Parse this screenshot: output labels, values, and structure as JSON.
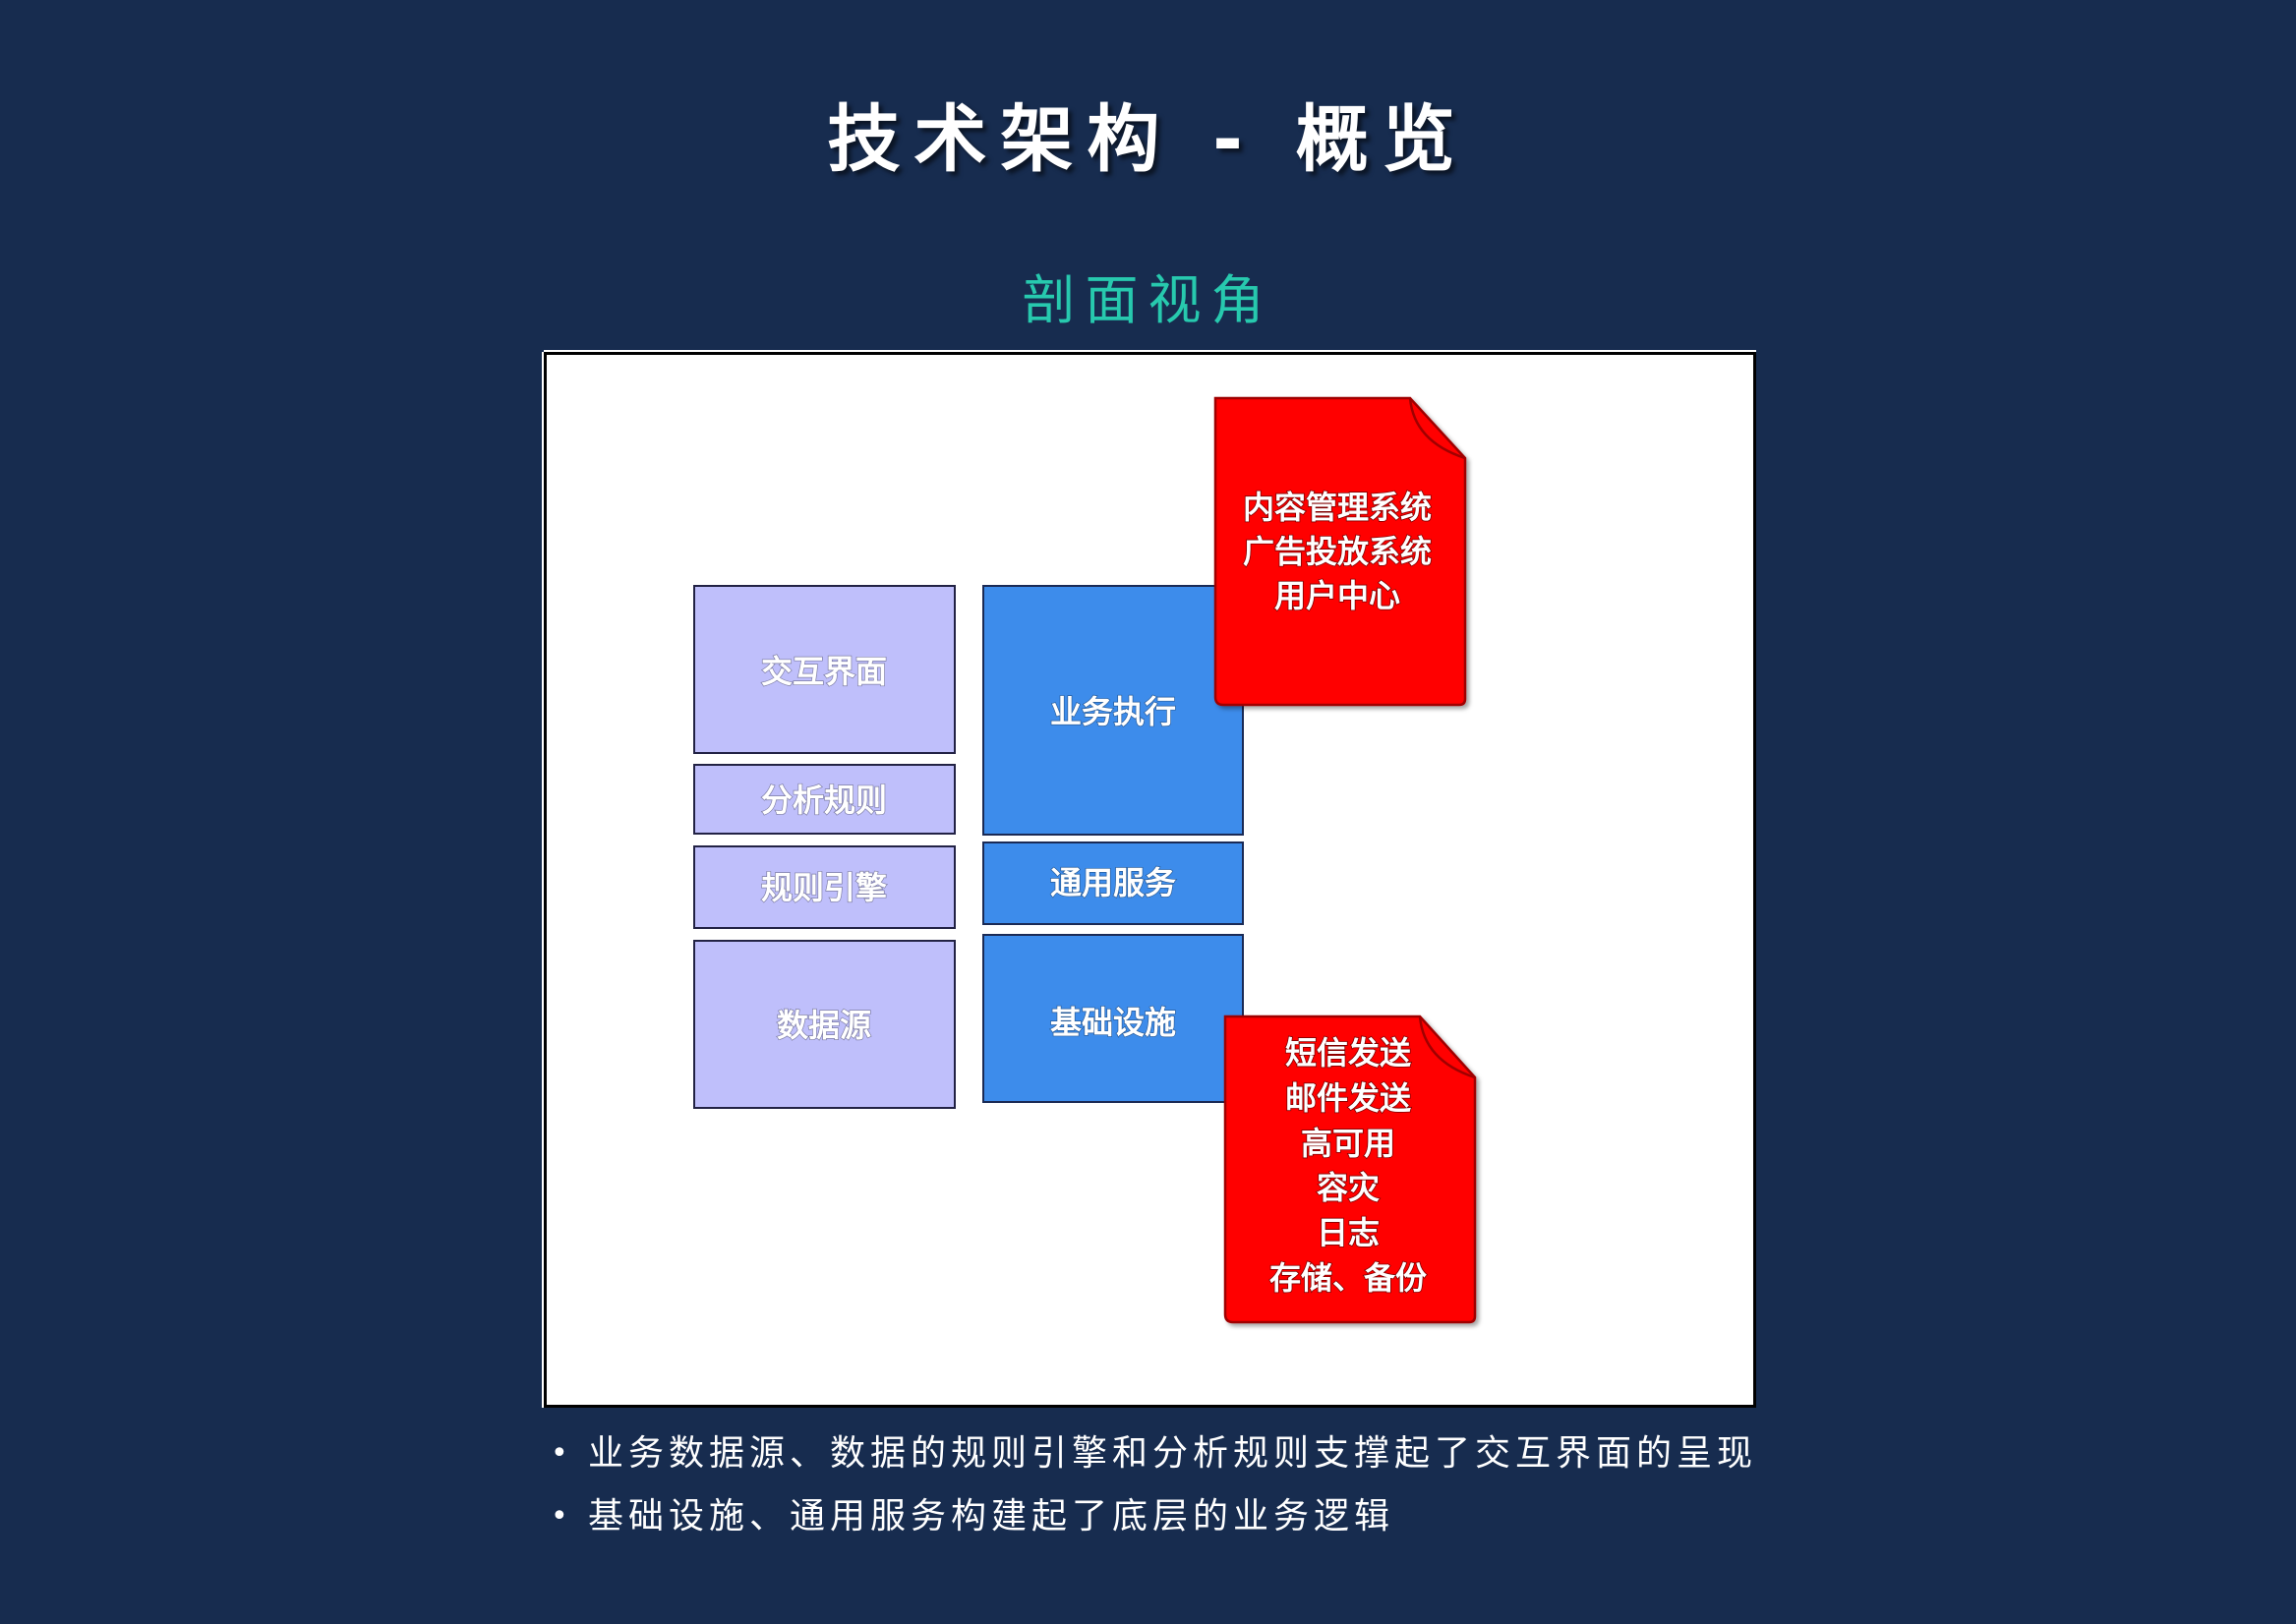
{
  "title": "技术架构 - 概览",
  "subtitle": "剖面视角",
  "diagram": {
    "left_column": [
      {
        "id": "interaction-ui",
        "label": "交互界面"
      },
      {
        "id": "analysis-rules",
        "label": "分析规则"
      },
      {
        "id": "rule-engine",
        "label": "规则引擎"
      },
      {
        "id": "data-source",
        "label": "数据源"
      }
    ],
    "right_column": [
      {
        "id": "business-execution",
        "label": "业务执行"
      },
      {
        "id": "common-services",
        "label": "通用服务"
      },
      {
        "id": "infrastructure",
        "label": "基础设施"
      }
    ],
    "notes": [
      {
        "id": "business-systems",
        "lines": [
          "内容管理系统",
          "广告投放系统",
          "用户中心"
        ]
      },
      {
        "id": "infrastructure-services",
        "lines": [
          "短信发送",
          "邮件发送",
          "高可用",
          "容灾",
          "日志",
          "存储、备份"
        ]
      }
    ],
    "colors": {
      "left_fill": "#bfbffb",
      "right_fill": "#3d8ceb",
      "note_fill": "#ff0000",
      "note_border": "#a00000"
    }
  },
  "bullets": [
    "业务数据源、数据的规则引擎和分析规则支撑起了交互界面的呈现",
    "基础设施、通用服务构建起了底层的业务逻辑"
  ]
}
